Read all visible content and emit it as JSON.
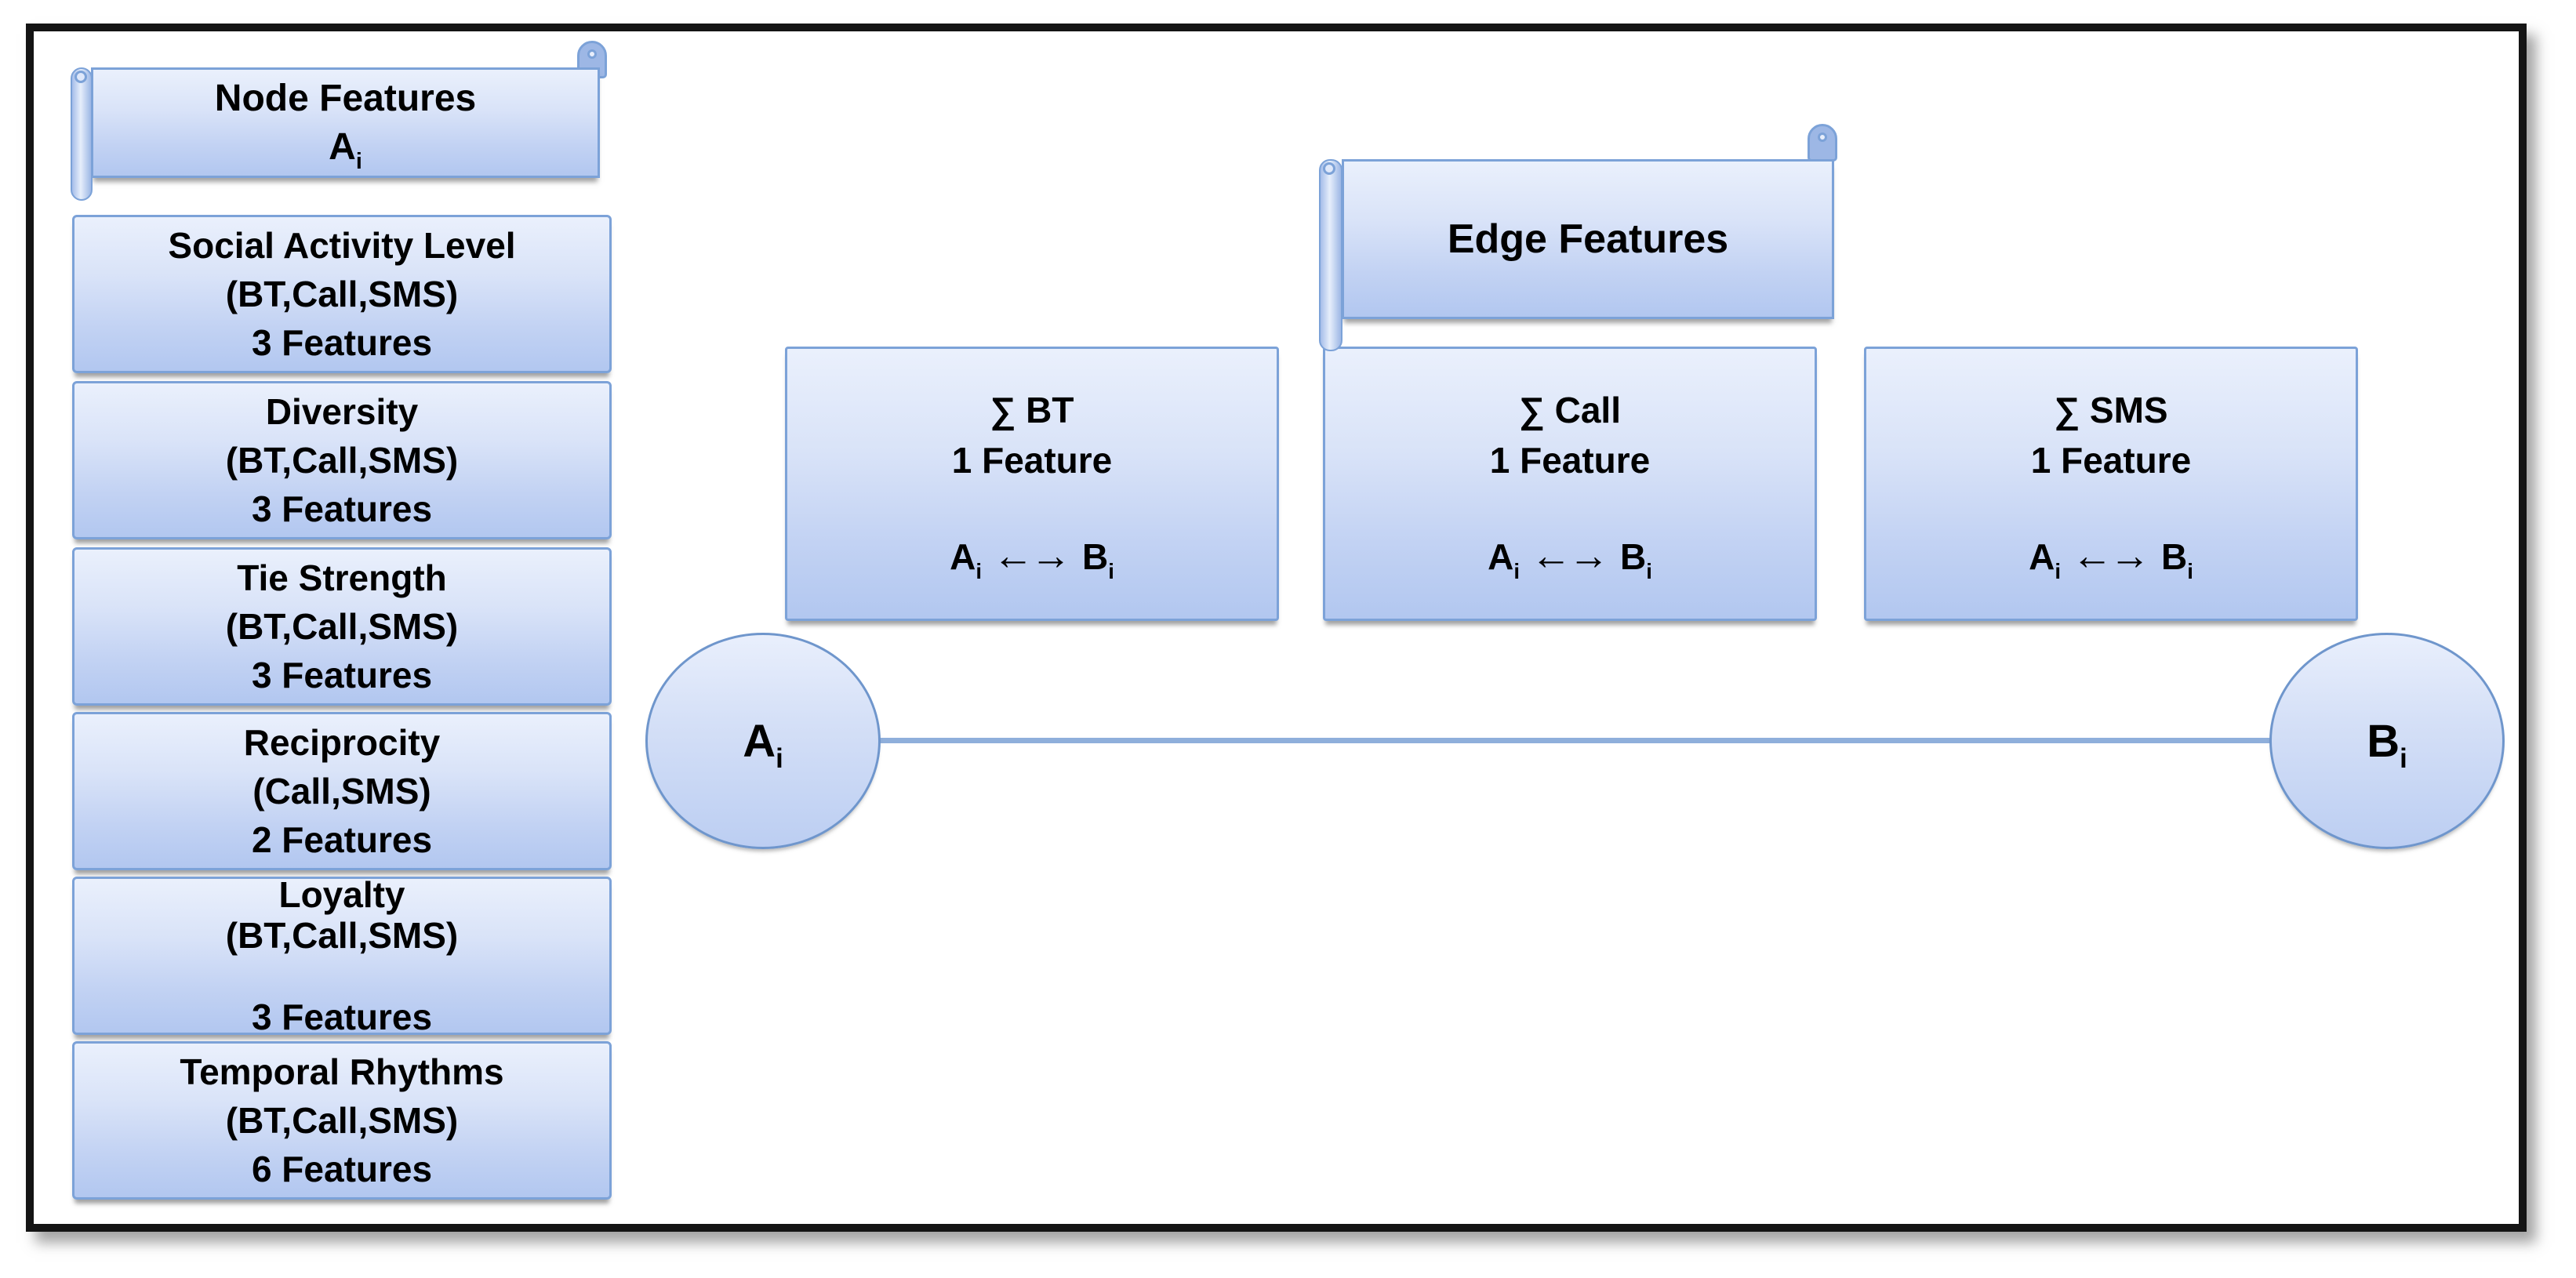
{
  "colors": {
    "shape_fill_top": "#eaf0fc",
    "shape_fill_bottom": "#b2c7f0",
    "shape_border": "#7ca2d8",
    "connector": "#8fafdb",
    "frame_border": "#141414",
    "text": "#000000"
  },
  "node_panel": {
    "banner_title": "Node Features",
    "banner_node_main": "A",
    "banner_node_sub": "i",
    "boxes": [
      {
        "text": "Social Activity Level\n(BT,Call,SMS)\n3 Features"
      },
      {
        "text": "Diversity\n(BT,Call,SMS)\n3 Features"
      },
      {
        "text": "Tie Strength\n(BT,Call,SMS)\n3 Features"
      },
      {
        "text": "Reciprocity\n(Call,SMS)\n2 Features"
      },
      {
        "text": "Loyalty\n(BT,Call,SMS)\n\n3 Features"
      },
      {
        "text": "Temporal Rhythms\n(BT,Call,SMS)\n6 Features"
      }
    ]
  },
  "edge_panel": {
    "banner_title": "Edge Features",
    "boxes": [
      {
        "header": "∑ BT\n1 Feature"
      },
      {
        "header": "∑ Call\n1 Feature"
      },
      {
        "header": "∑ SMS\n1 Feature"
      }
    ],
    "pair": {
      "a_main": "A",
      "a_sub": "i",
      "arrows": "←→",
      "b_main": "B",
      "b_sub": "i"
    }
  },
  "nodes": {
    "a_main": "A",
    "a_sub": "i",
    "b_main": "B",
    "b_sub": "i"
  }
}
